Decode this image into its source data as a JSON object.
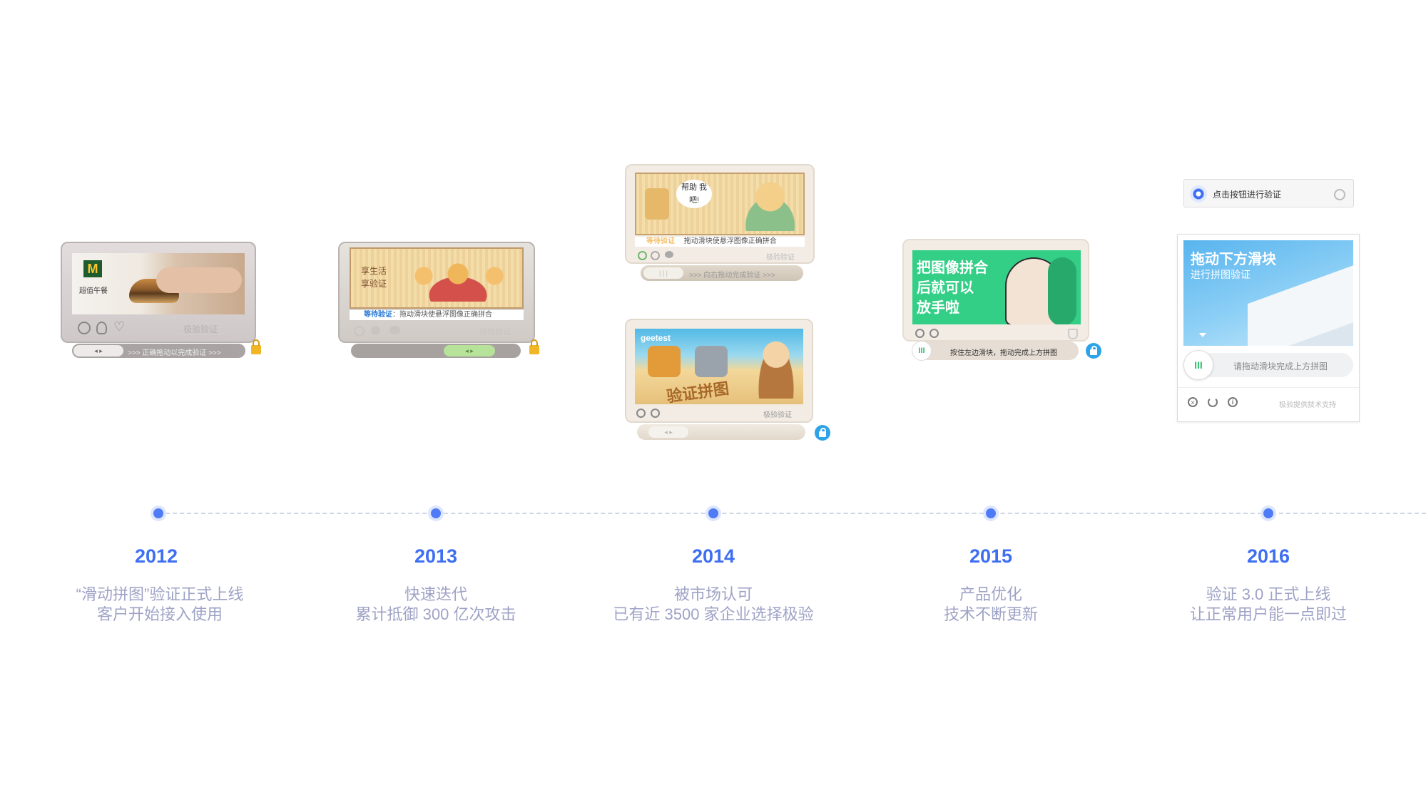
{
  "timeline": [
    {
      "year": "2012",
      "desc1": "“滑动拼图”验证正式上线",
      "desc2": "客户开始接入使用"
    },
    {
      "year": "2013",
      "desc1": "快速迭代",
      "desc2": "累计抵御 300 亿次攻击"
    },
    {
      "year": "2014",
      "desc1": "被市场认可",
      "desc2": "已有近 3500 家企业选择极验"
    },
    {
      "year": "2015",
      "desc1": "产品优化",
      "desc2": "技术不断更新"
    },
    {
      "year": "2016",
      "desc1": "验证 3.0 正式上线",
      "desc2": "让正常用户能一点即过"
    }
  ],
  "w2012": {
    "ad_text": "超值午餐",
    "logo": "M",
    "brand": "极验验证",
    "slider_text": ">>> 正确拖动以完成验证 >>>",
    "handle": "◂ ▸"
  },
  "w2013": {
    "art_text": "享生活 享验证",
    "status_label": "等待验证",
    "status_text": "：拖动滑块使悬浮图像正确拼合",
    "brand": "极验验证",
    "handle": "◂ ▸"
  },
  "w2014a": {
    "bubble": "帮助 我吧!",
    "status_label": "等待验证",
    "status_text": "拖动滑块使悬浮图像正确拼合",
    "brand": "极验验证",
    "slider_text": ">>> 向右拖动完成验证 >>>",
    "handle": "| | |"
  },
  "w2014b": {
    "logo_text": "geetest",
    "art_text": "验证拼图",
    "brand": "极验验证",
    "handle": "◂ ▸"
  },
  "w2015": {
    "art_line1": "把图像拼合",
    "art_line2": "后就可以",
    "art_line3": "放手啦",
    "slider_text": "按住左边滑块，拖动完成上方拼图",
    "handle": "III"
  },
  "w2016": {
    "button_text": "点击按钮进行验证",
    "title": "拖动下方滑块",
    "subtitle": "进行拼图验证",
    "slider_text": "请拖动滑块完成上方拼图",
    "handle": "III",
    "footer": "极验提供技术支持"
  },
  "colors": {
    "accent": "#3e6ff2",
    "desc": "#9ea3c6",
    "green": "#2fcf7e"
  }
}
